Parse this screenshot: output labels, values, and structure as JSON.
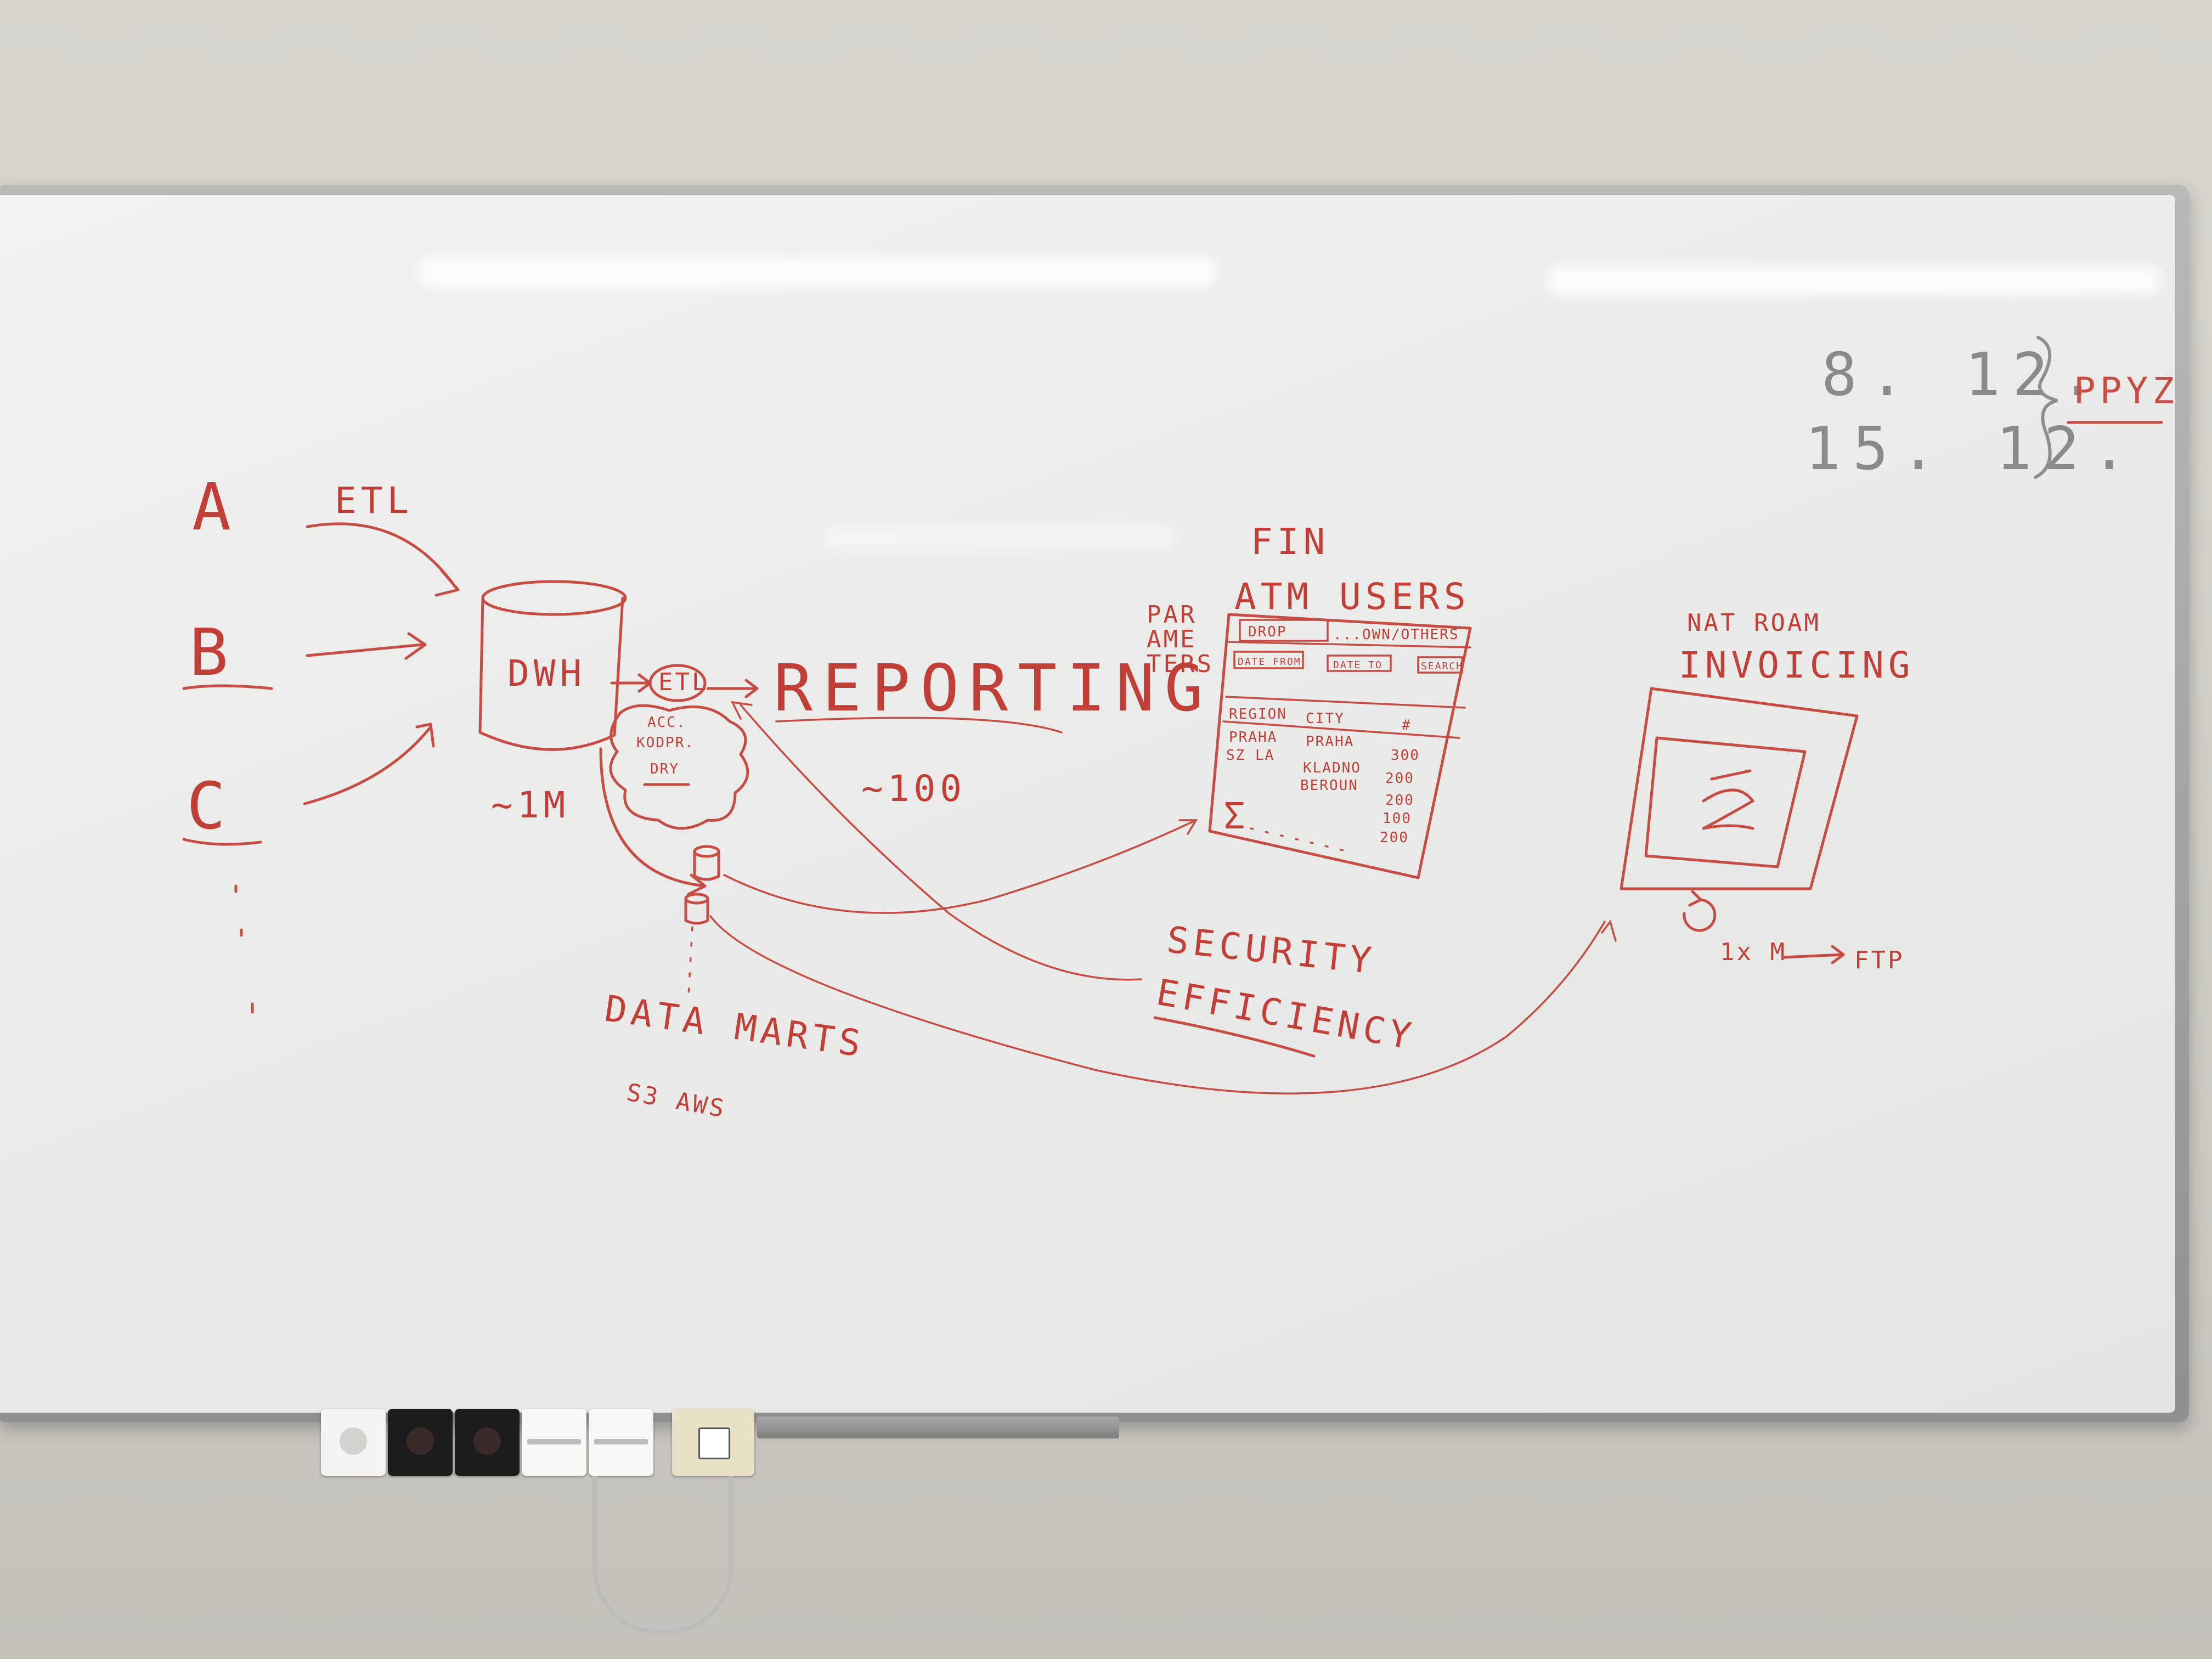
{
  "whiteboard": {
    "dates": {
      "first": "8. 12.",
      "second": "15. 12.",
      "bracket_label": "PPYZ"
    },
    "sources": {
      "a": "A",
      "b": "B",
      "c": "C",
      "etl_label": "ETL"
    },
    "dwh": {
      "label": "DWH",
      "size_note": "~1M"
    },
    "etl_bubble": {
      "label": "ETL",
      "items": [
        "ACC.",
        "KODPR.",
        "DRY"
      ]
    },
    "reporting": {
      "label": "REPORTING",
      "count_note": "~100"
    },
    "data_marts": {
      "label": "DATA MARTS",
      "storage_note": "S3 AWS"
    },
    "fin_report": {
      "title": "FIN",
      "subtitle": "ATM USERS",
      "side_label_lines": [
        "PAR",
        "AME",
        "TERS"
      ],
      "dropdown_label": "DROP",
      "dropdown_note": "...OWN/OTHERS",
      "date_from": "DATE FROM",
      "date_to": "DATE TO",
      "button_label": "SEARCH",
      "columns": [
        "REGION",
        "CITY",
        "#"
      ],
      "rows": [
        [
          "PRAHA",
          "PRAHA",
          "300"
        ],
        [
          "SZ LA",
          "KLADNO",
          "200"
        ],
        [
          "",
          "BEROUN",
          "200"
        ],
        [
          "",
          "",
          "100"
        ],
        [
          "",
          "",
          "200"
        ]
      ],
      "sum_symbol": "Σ"
    },
    "invoicing": {
      "title": "NAT ROAM",
      "subtitle": "INVOICING",
      "schedule": "1x M",
      "target": "FTP"
    },
    "notes": {
      "security": "SECURITY",
      "efficiency": "EFFICIENCY"
    }
  }
}
